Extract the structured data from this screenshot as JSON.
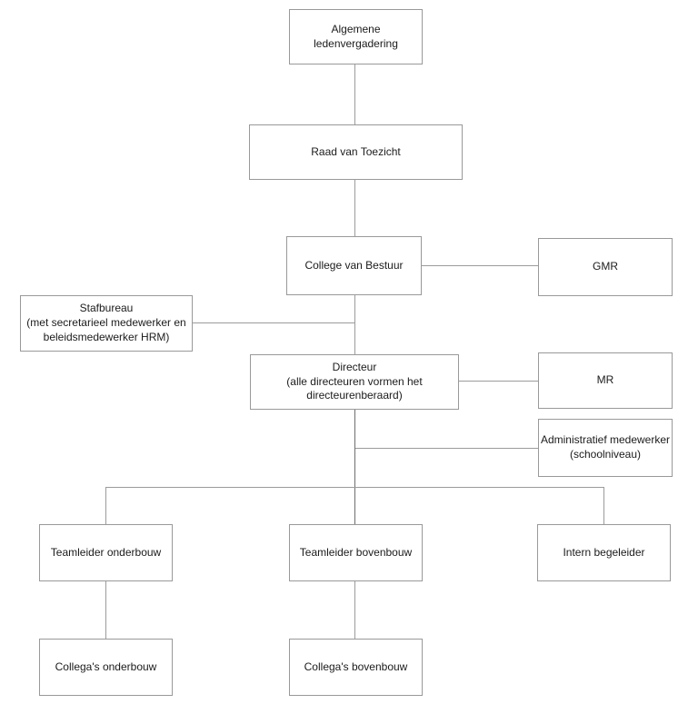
{
  "diagram": {
    "type": "org-chart",
    "background_color": "#ffffff",
    "box_border_color": "#999999",
    "connector_color": "#9b9b9b",
    "trunk_connector_color": "#6e6e6e",
    "text_color": "#1b1b1b",
    "nodes": [
      {
        "id": "algemene-ledenvergadering",
        "lines": [
          "Algemene",
          "ledenvergadering"
        ]
      },
      {
        "id": "raad-van-toezicht",
        "lines": [
          "Raad van Toezicht"
        ]
      },
      {
        "id": "college-van-bestuur",
        "lines": [
          "College van Bestuur"
        ]
      },
      {
        "id": "gmr",
        "lines": [
          "GMR"
        ]
      },
      {
        "id": "stafbureau",
        "lines": [
          "Stafbureau",
          "(met secretarieel medewerker en",
          "beleidsmedewerker HRM)"
        ]
      },
      {
        "id": "directeur",
        "lines": [
          "Directeur",
          "(alle directeuren vormen het",
          "directeurenberaard)"
        ]
      },
      {
        "id": "mr",
        "lines": [
          "MR"
        ]
      },
      {
        "id": "administratief-medewerker",
        "lines": [
          "Administratief medewerker",
          "(schoolniveau)"
        ]
      },
      {
        "id": "teamleider-onderbouw",
        "lines": [
          "Teamleider onderbouw"
        ]
      },
      {
        "id": "teamleider-bovenbouw",
        "lines": [
          "Teamleider bovenbouw"
        ]
      },
      {
        "id": "intern-begeleider",
        "lines": [
          "Intern begeleider"
        ]
      },
      {
        "id": "collegas-onderbouw",
        "lines": [
          "Collega's onderbouw"
        ]
      },
      {
        "id": "collegas-bovenbouw",
        "lines": [
          "Collega's bovenbouw"
        ]
      }
    ],
    "edges": [
      {
        "from": "algemene-ledenvergadering",
        "to": "raad-van-toezicht"
      },
      {
        "from": "raad-van-toezicht",
        "to": "college-van-bestuur"
      },
      {
        "from": "college-van-bestuur",
        "to": "gmr"
      },
      {
        "from": "college-van-bestuur",
        "to": "directeur"
      },
      {
        "from": "stafbureau",
        "to": "directeur"
      },
      {
        "from": "directeur",
        "to": "mr"
      },
      {
        "from": "directeur",
        "to": "administratief-medewerker"
      },
      {
        "from": "directeur",
        "to": "teamleider-onderbouw"
      },
      {
        "from": "directeur",
        "to": "teamleider-bovenbouw"
      },
      {
        "from": "directeur",
        "to": "intern-begeleider"
      },
      {
        "from": "teamleider-onderbouw",
        "to": "collegas-onderbouw"
      },
      {
        "from": "teamleider-bovenbouw",
        "to": "collegas-bovenbouw"
      }
    ]
  }
}
